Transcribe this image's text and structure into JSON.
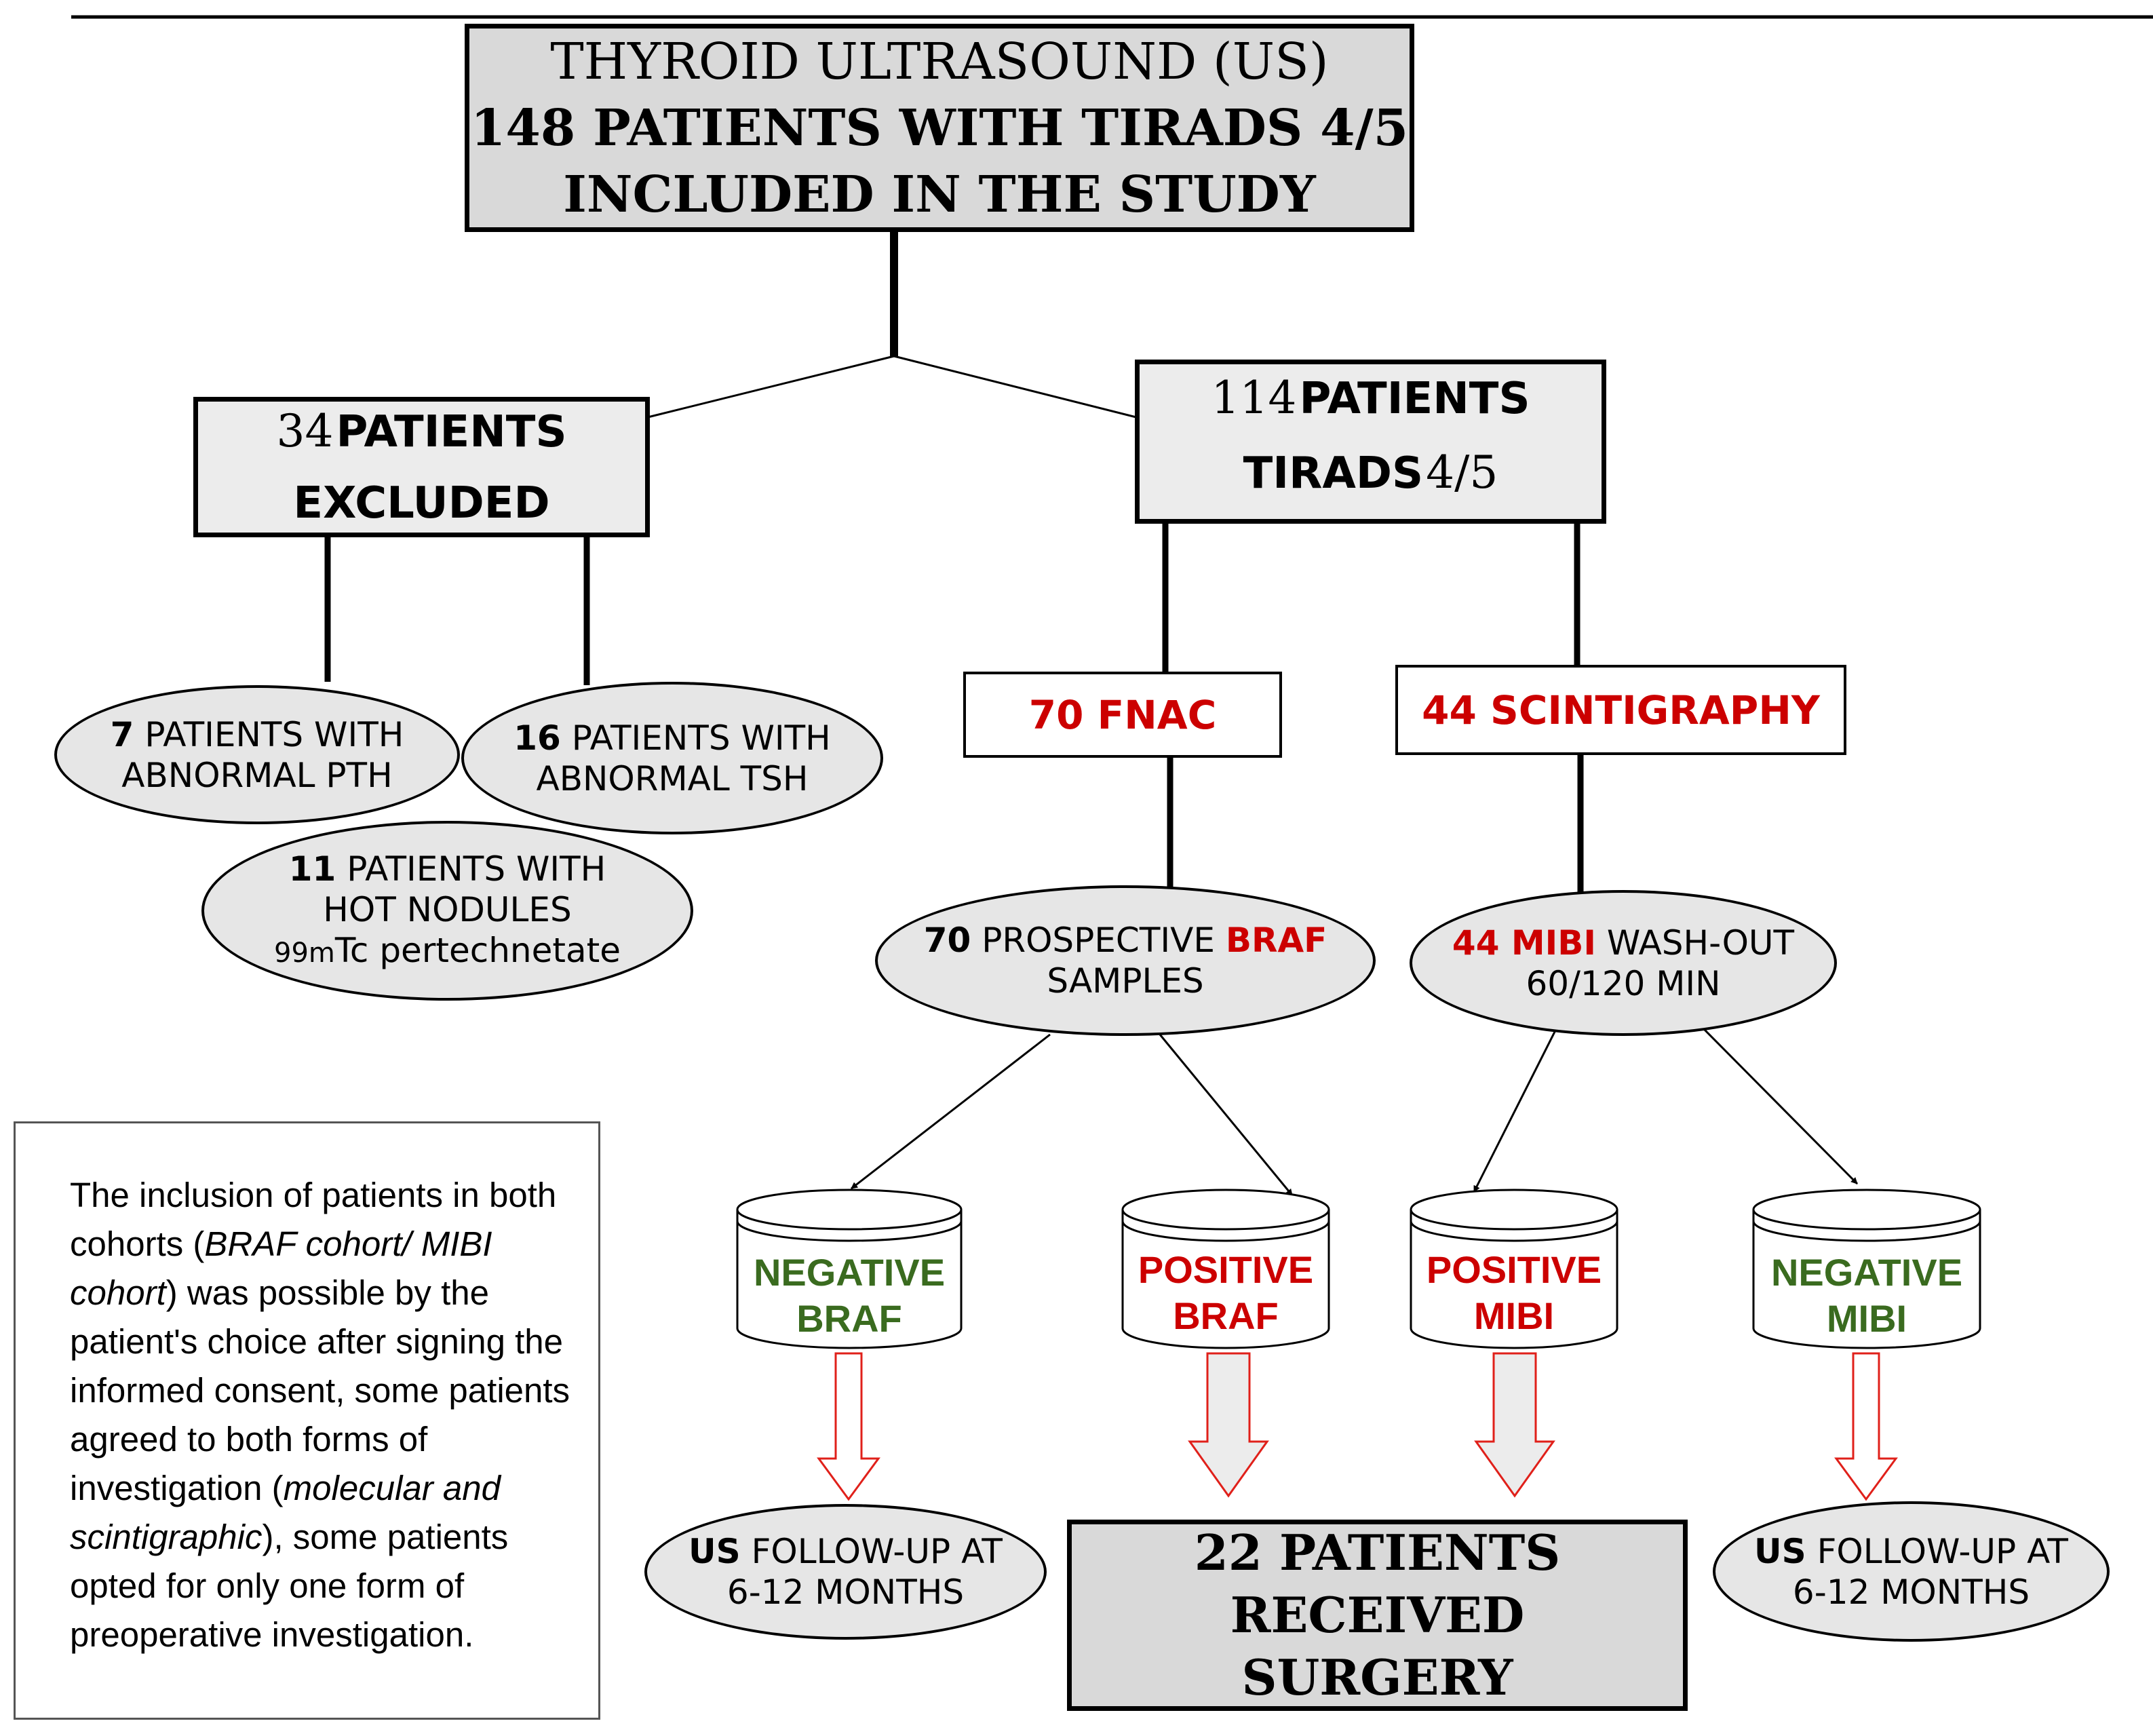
{
  "colors": {
    "red": "#cc0000",
    "green": "#3a6b1f",
    "box_grey": "#d9d9d9",
    "ellipse_grey": "#e6e6e6"
  },
  "top_box": {
    "line1": "THYROID ULTRASOUND (US)",
    "line2": "148 PATIENTS WITH TIRADS 4/5",
    "line3": "INCLUDED IN THE STUDY"
  },
  "excluded_box": {
    "count": "34",
    "line1": "PATIENTS",
    "line2": "EXCLUDED"
  },
  "included_box": {
    "count": "114",
    "line1": "PATIENTS",
    "line2_word": "TIRADS",
    "line2_num": "4/5"
  },
  "excluded_reasons": [
    {
      "count": "7",
      "line1": "PATIENTS WITH",
      "line2": "ABNORMAL PTH"
    },
    {
      "count": "16",
      "line1": "PATIENTS WITH",
      "line2": "ABNORMAL TSH"
    },
    {
      "count": "11",
      "line1": "PATIENTS WITH",
      "line2": "HOT NODULES",
      "line3_sup": "99m",
      "line3": "Tc pertechnetate"
    }
  ],
  "fnac_box": "70 FNAC",
  "scint_box": "44 SCINTIGRAPHY",
  "braf_ellipse": {
    "count": "70",
    "pre": "PROSPECTIVE",
    "hl": "BRAF",
    "line2": "SAMPLES"
  },
  "mibi_ellipse": {
    "hl": "44 MIBI",
    "post": "WASH-OUT",
    "line2": "60/120 MIN"
  },
  "outcomes": [
    {
      "line1": "NEGATIVE",
      "line2": "BRAF",
      "color": "green"
    },
    {
      "line1": "POSITIVE",
      "line2": "BRAF",
      "color": "red"
    },
    {
      "line1": "POSITIVE",
      "line2": "MIBI",
      "color": "red"
    },
    {
      "line1": "NEGATIVE",
      "line2": "MIBI",
      "color": "green"
    }
  ],
  "followup_left": {
    "bold": "US",
    "line1": "FOLLOW-UP AT",
    "line2": "6-12 MONTHS"
  },
  "followup_right": {
    "bold": "US",
    "line1": "FOLLOW-UP AT",
    "line2": "6-12 MONTHS"
  },
  "surgery_box": {
    "line1": "22 PATIENTS",
    "line2": "RECEIVED",
    "line3": "SURGERY"
  },
  "note": {
    "t1": "The inclusion of patients in both cohorts (",
    "i1": "BRAF cohort/ MIBI cohort",
    "t2": ") was possible by the patient's choice after signing the informed consent, some patients agreed to both forms of investigation (",
    "i2": "molecular and scintigraphic",
    "t3": "), some patients opted for only one form of preoperative investigation."
  }
}
